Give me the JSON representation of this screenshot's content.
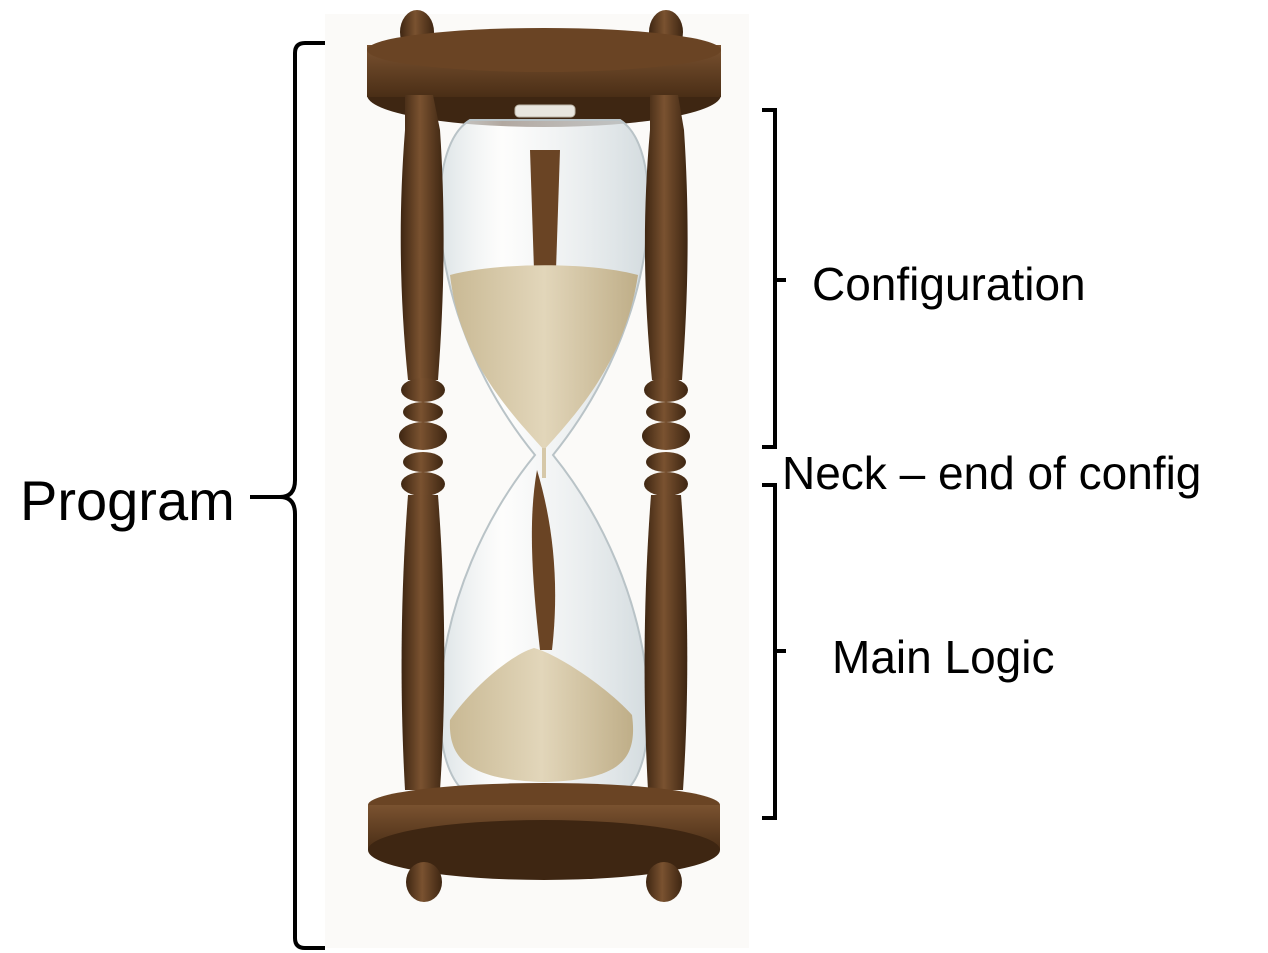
{
  "labels": {
    "program": "Program",
    "configuration": "Configuration",
    "neck": "Neck – end of config",
    "main_logic": "Main Logic"
  },
  "image": {
    "subject": "wooden hourglass",
    "colors": {
      "wood": "#5a3a1e",
      "wood_light": "#7a5230",
      "sand": "#d6c8a8",
      "glass": "#e8eef0"
    }
  }
}
